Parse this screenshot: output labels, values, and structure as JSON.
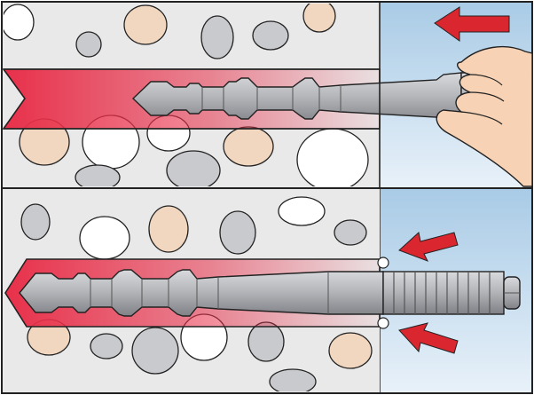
{
  "diagram": {
    "panels": [
      {
        "id": "top",
        "step": "insert-probe-into-hole"
      },
      {
        "id": "bottom",
        "step": "inject-and-seal"
      }
    ],
    "colors": {
      "concrete": "#e9e9e9",
      "stone_grey": "#c9cacd",
      "stone_tan": "#f2d7c0",
      "stone_white": "#ffffff",
      "sky_top": "#a9cbe6",
      "sky_bottom": "#e8f1f9",
      "hole_red": "#e8304a",
      "metal": "#b5b7bb",
      "metal_dark": "#8e9095",
      "skin": "#f7d2b4",
      "arrow": "#d9262f",
      "outline": "#222222"
    },
    "icons": [
      "left-arrow-icon",
      "inward-arrow-icon",
      "hand-icon"
    ]
  }
}
